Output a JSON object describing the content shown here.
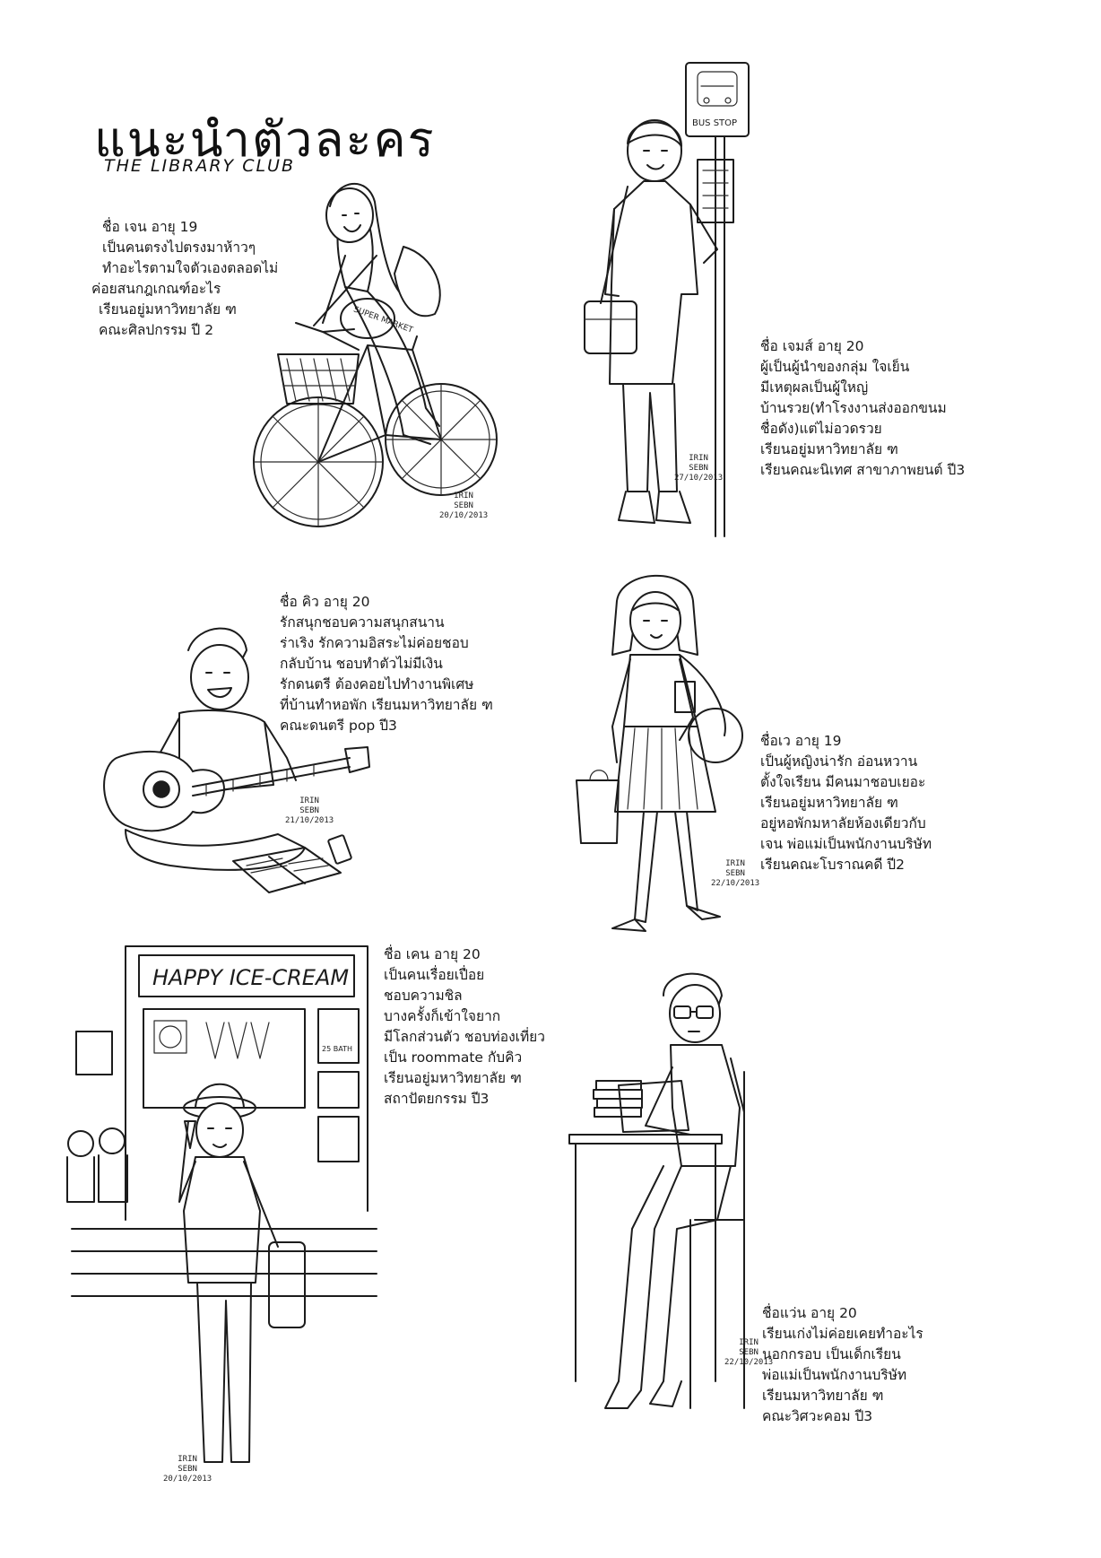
{
  "title": "แนะนำตัวละคร",
  "subtitle": "THE LIBRARY CLUB",
  "characters": [
    {
      "id": "jane",
      "bio": [
        "ชื่อ เจน อายุ 19",
        "เป็นคนตรงไปตรงมาห้าวๆ",
        "ทำอะไรตามใจตัวเองตลอดไม่",
        "ค่อยสนกฎเกณฑ์อะไร",
        "เรียนอยู่มหาวิทยาลัย ฑ",
        "คณะศิลปกรรม ปี 2"
      ],
      "signature": [
        "IRIN",
        "SEBN",
        "20/10/2013"
      ],
      "bag_text": "SUPER MARKET"
    },
    {
      "id": "james",
      "bio": [
        "ชื่อ เจมส์ อายุ 20",
        "ผู้เป็นผู้นำของกลุ่ม ใจเย็น",
        "มีเหตุผลเป็นผู้ใหญ่",
        "บ้านรวย(ทำโรงงานส่งออกขนม",
        "ชื่อดัง)แต่ไม่อวดรวย",
        "เรียนอยู่มหาวิทยาลัย ฑ",
        "เรียนคณะนิเทศ สาขาภาพยนต์ ปี3"
      ],
      "signature": [
        "IRIN",
        "SEBN",
        "27/10/2013"
      ],
      "sign_text": "BUS STOP"
    },
    {
      "id": "kiew",
      "bio": [
        "ชื่อ คิว อายุ 20",
        "รักสนุกชอบความสนุกสนาน",
        "ร่าเริง รักความอิสระไม่ค่อยชอบ",
        "กลับบ้าน ชอบทำตัวไม่มีเงิน",
        "รักดนตรี ต้องคอยไปทำงานพิเศษ",
        "ที่บ้านทำหอพัก เรียนมหาวิทยาลัย ฑ",
        "คณะดนตรี pop ปี3"
      ],
      "signature": [
        "IRIN",
        "SEBN",
        "21/10/2013"
      ]
    },
    {
      "id": "wave",
      "bio": [
        "ชื่อเว อายุ 19",
        "เป็นผู้หญิงน่ารัก อ่อนหวาน",
        "ตั้งใจเรียน มีคนมาชอบเยอะ",
        "เรียนอยู่มหาวิทยาลัย ฑ",
        "อยู่หอพักมหาลัยห้องเดียวกับ",
        "เจน พ่อแม่เป็นพนักงานบริษัท",
        "เรียนคณะโบราณคดี ปี2"
      ],
      "signature": [
        "IRIN",
        "SEBN",
        "22/10/2013"
      ]
    },
    {
      "id": "ken",
      "bio": [
        "ชื่อ เคน อายุ 20",
        "เป็นคนเรื่อยเปื่อย",
        "ชอบความชิล",
        "บางครั้งก็เข้าใจยาก",
        "มีโลกส่วนตัว ชอบท่องเที่ยว",
        "เป็น roommate กับคิว",
        "เรียนอยู่มหาวิทยาลัย ฑ",
        "สถาปัตยกรรม ปี3"
      ],
      "signature": [
        "IRIN",
        "SEBN",
        "20/10/2013"
      ],
      "shop_sign": "HAPPY ICE-CREAM",
      "price_tag": "25 BATH"
    },
    {
      "id": "waen",
      "bio": [
        "ชื่อแว่น อายุ 20",
        "เรียนเก่งไม่ค่อยเคยทำอะไร",
        "นอกกรอบ เป็นเด็กเรียน",
        "พ่อแม่เป็นพนักงานบริษัท",
        "เรียนมหาวิทยาลัย ฑ",
        "คณะวิศวะคอม ปี3"
      ],
      "signature": [
        "IRIN",
        "SEBN",
        "22/10/2013"
      ]
    }
  ]
}
